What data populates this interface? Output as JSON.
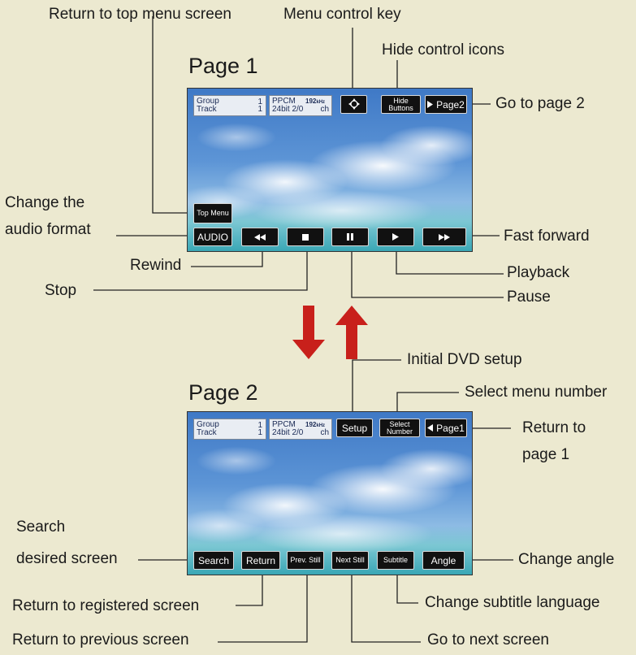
{
  "page1": {
    "label": "Page 1",
    "info": {
      "group": "Group",
      "track": "Track",
      "group_num": "1",
      "track_num": "1",
      "format": "PPCM",
      "bits": "24bit",
      "channels": "2/0",
      "freq": "192",
      "freq_unit": "kHz",
      "ch": "ch"
    },
    "buttons": {
      "hide_buttons": "Hide Buttons",
      "page2": "Page2",
      "top_menu": "Top Menu",
      "audio": "AUDIO"
    }
  },
  "page2": {
    "label": "Page 2",
    "info": {
      "group": "Group",
      "track": "Track",
      "group_num": "1",
      "track_num": "1",
      "format": "PPCM",
      "bits": "24bit",
      "channels": "2/0",
      "freq": "192",
      "freq_unit": "kHz",
      "ch": "ch"
    },
    "buttons": {
      "setup": "Setup",
      "select_number": "Select Number",
      "page1": "Page1",
      "search": "Search",
      "return": "Return",
      "prev_still": "Prev. Still",
      "next_still": "Next Still",
      "subtitle": "Subtitle",
      "angle": "Angle"
    }
  },
  "annotations": {
    "return_top_menu": "Return to top menu screen",
    "menu_control_key": "Menu control key",
    "hide_control_icons": "Hide control icons",
    "go_to_page2": "Go to page 2",
    "change_audio_format_1": "Change the",
    "change_audio_format_2": "audio format",
    "fast_forward": "Fast forward",
    "rewind": "Rewind",
    "playback": "Playback",
    "stop": "Stop",
    "pause": "Pause",
    "initial_dvd_setup": "Initial DVD setup",
    "select_menu_number": "Select menu number",
    "return_to_page1_1": "Return to",
    "return_to_page1_2": "page 1",
    "search_desired_1": "Search",
    "search_desired_2": "desired screen",
    "change_angle": "Change angle",
    "return_registered": "Return to registered screen",
    "change_subtitle": "Change subtitle language",
    "return_previous": "Return to previous screen",
    "go_next": "Go to next screen"
  },
  "colors": {
    "background": "#ece9d0",
    "arrow": "#c8201b",
    "button": "#111111"
  }
}
